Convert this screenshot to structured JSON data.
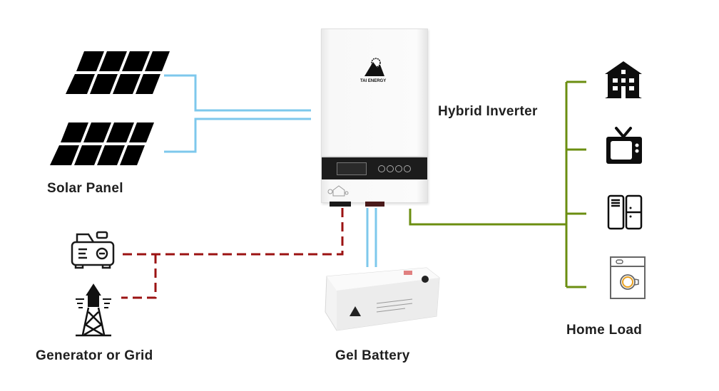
{
  "labels": {
    "solar_panel": "Solar Panel",
    "hybrid_inverter": "Hybrid Inverter",
    "generator_or_grid": "Generator or Grid",
    "gel_battery": "Gel Battery",
    "home_load": "Home Load"
  },
  "inverter": {
    "brand": "TAI ENERGY"
  },
  "colors": {
    "solar_line": "#7ec8ec",
    "battery_line": "#7ec8ec",
    "grid_line": "#9b1212",
    "load_line": "#6b8e10",
    "text": "#1f1f1f"
  },
  "icons": {
    "solar_panels": [
      "solar-panel-icon",
      "solar-panel-icon"
    ],
    "sources": [
      "generator-icon",
      "power-tower-icon"
    ],
    "loads": [
      "house-icon",
      "tv-icon",
      "refrigerator-icon",
      "washing-machine-icon"
    ]
  }
}
